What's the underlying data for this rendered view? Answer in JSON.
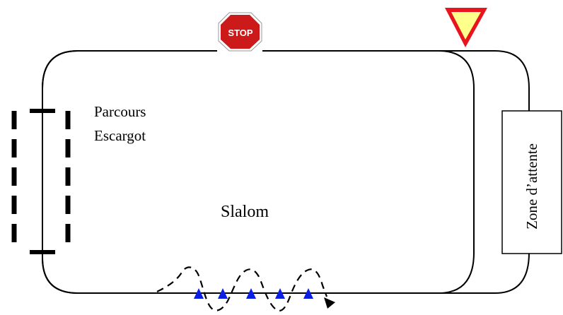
{
  "labels": {
    "parcours_line1": "Parcours",
    "parcours_line2": "Escargot",
    "slalom": "Slalom",
    "zone_attente": "Zone d’attente",
    "stop_sign": "STOP"
  },
  "icons": {
    "stop": "stop-sign-icon",
    "yield": "yield-sign-icon",
    "cone": "cone-icon",
    "arrow": "arrow-head-icon"
  },
  "colors": {
    "stop_red": "#cc1a1a",
    "yield_border": "#e8141e",
    "yield_fill": "#ffff8c",
    "cone_blue": "#0a1ee6",
    "line": "#000000"
  },
  "cones": {
    "count": 5
  }
}
